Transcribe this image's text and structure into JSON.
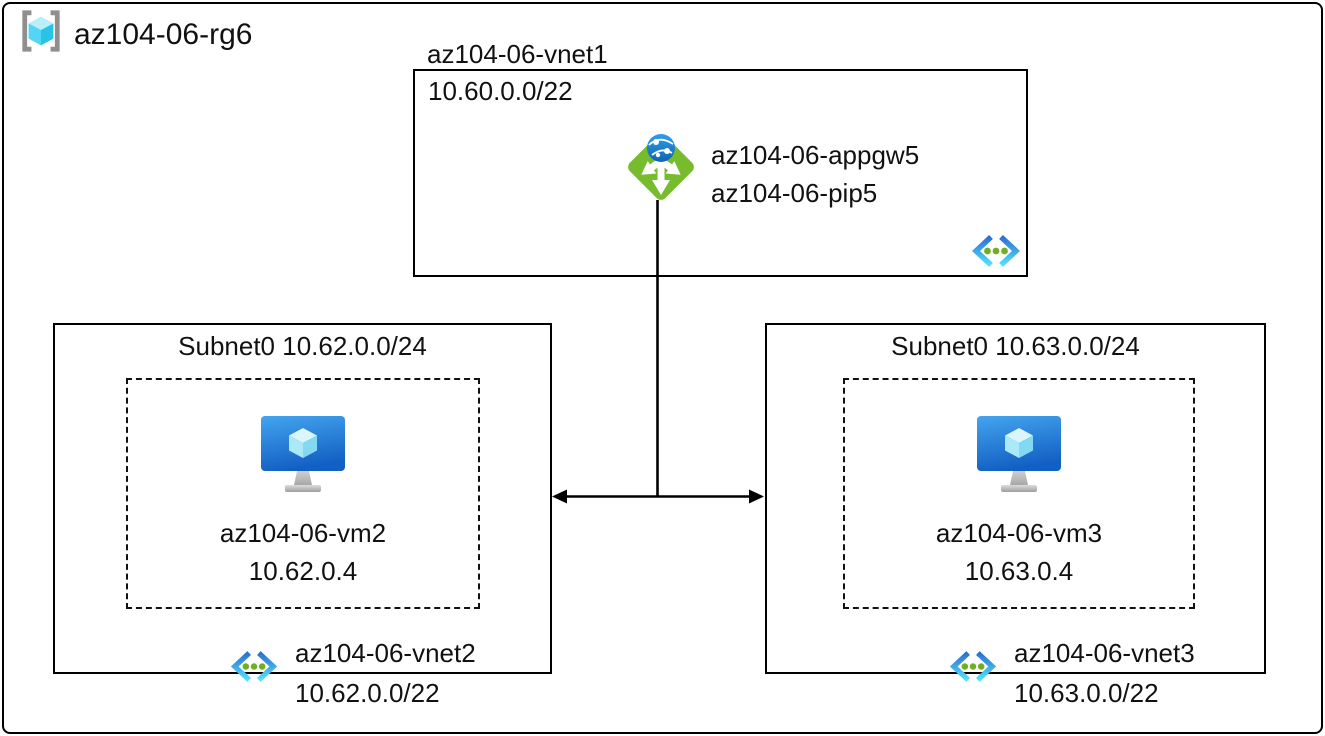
{
  "diagram": {
    "resource_group": {
      "label": "az104-06-rg6"
    },
    "vnet1": {
      "title": "az104-06-vnet1",
      "cidr": "10.60.0.0/22",
      "appgw_label": "az104-06-appgw5",
      "pip_label": "az104-06-pip5"
    },
    "subnets": [
      {
        "header": "Subnet0 10.62.0.0/24",
        "vm_name": "az104-06-vm2",
        "vm_ip": "10.62.0.4",
        "vnet_name": "az104-06-vnet2",
        "vnet_cidr": "10.62.0.0/22"
      },
      {
        "header": "Subnet0 10.63.0.0/24",
        "vm_name": "az104-06-vm3",
        "vm_ip": "10.63.0.4",
        "vnet_name": "az104-06-vnet3",
        "vnet_cidr": "10.63.0.0/22"
      }
    ],
    "icons": {
      "resource_group": "resource-group-icon",
      "application_gateway": "application-gateway-icon",
      "virtual_network": "virtual-network-icon",
      "virtual_machine": "virtual-machine-icon"
    },
    "colors": {
      "appgw_green": "#76bc2d",
      "globe_blue": "#1b83d9",
      "vm_screen_blue_light": "#44a5ee",
      "vm_screen_blue_dark": "#1360c4",
      "vnet_chevron_dark": "#2a6fd3",
      "vnet_chevron_light": "#54e1fb",
      "vnet_dot_green": "#6fb022",
      "rg_cube_cyan": "#53d6f3",
      "rg_bracket_gray": "#8f8f8f",
      "line_black": "#000000"
    }
  }
}
